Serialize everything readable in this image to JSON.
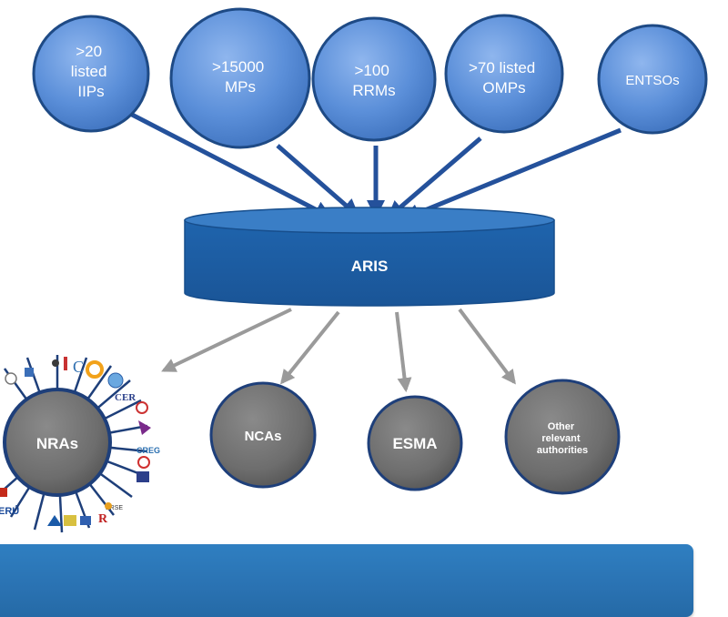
{
  "sources": [
    {
      "id": "iips",
      "lines": [
        ">20",
        "listed",
        "IIPs"
      ]
    },
    {
      "id": "mps",
      "lines": [
        ">15000",
        "MPs"
      ]
    },
    {
      "id": "rrms",
      "lines": [
        ">100",
        "RRMs"
      ]
    },
    {
      "id": "omps",
      "lines": [
        ">70 listed",
        "OMPs"
      ]
    },
    {
      "id": "entsos",
      "lines": [
        "ENTSOs"
      ]
    }
  ],
  "database": {
    "label": "ARIS"
  },
  "authorities": [
    {
      "id": "nras",
      "lines": [
        "NRAs"
      ]
    },
    {
      "id": "ncas",
      "lines": [
        "NCAs"
      ]
    },
    {
      "id": "esma",
      "lines": [
        "ESMA"
      ]
    },
    {
      "id": "other",
      "lines": [
        "Other",
        "relevant",
        "authorities"
      ]
    }
  ],
  "regulator_logos": [
    "CER",
    "CREG",
    "ERSE",
    "ERÚ"
  ],
  "colors": {
    "source_circle": "#5b8fd9",
    "arrow_blue": "#24519b",
    "database": "#1f64ad",
    "authority_circle": "#6d6d6d",
    "arrow_gray": "#9a9a9a",
    "banner": "#2a72b2"
  }
}
